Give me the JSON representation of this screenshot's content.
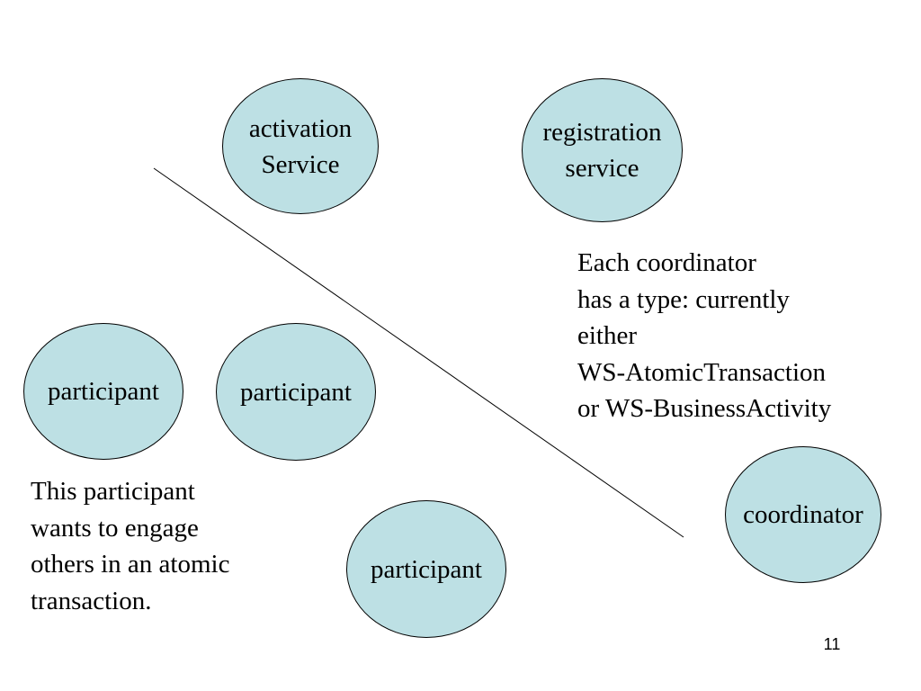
{
  "colors": {
    "node_fill": "#bde0e4",
    "stroke": "#000000",
    "text": "#000000",
    "background": "#ffffff"
  },
  "nodes": {
    "activation_service": [
      "activation",
      "Service"
    ],
    "registration_service": [
      "registration",
      "service"
    ],
    "participant_left": [
      "participant"
    ],
    "participant_middle": [
      "participant"
    ],
    "participant_bottom": [
      "participant"
    ],
    "coordinator": [
      "coordinator"
    ]
  },
  "notes": {
    "coordinator_types": [
      "Each coordinator",
      "has a type: currently",
      "either",
      "WS-AtomicTransaction",
      "or WS-BusinessActivity"
    ],
    "participant_intent": [
      "This participant",
      "wants to engage",
      "others in an atomic",
      "transaction."
    ]
  },
  "page_number": "11"
}
